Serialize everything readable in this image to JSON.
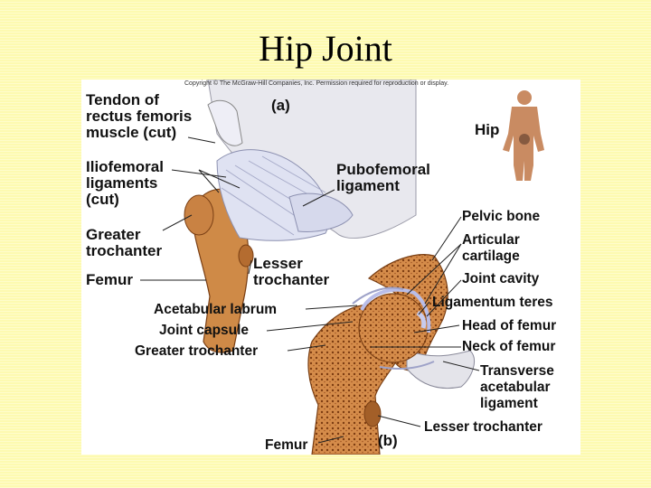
{
  "title": "Hip Joint",
  "figure": {
    "copyright": "Copyright © The McGraw-Hill Companies, Inc. Permission required for reproduction or display.",
    "panel_a": {
      "tag": "(a)",
      "inset_label": "Hip",
      "labels": {
        "tendon": [
          "Tendon of",
          "rectus femoris",
          "muscle (cut)"
        ],
        "iliofemoral": [
          "Iliofemoral",
          "ligaments",
          "(cut)"
        ],
        "greater_trochanter": [
          "Greater",
          "trochanter"
        ],
        "femur": "Femur",
        "pubofemoral": [
          "Pubofemoral",
          "ligament"
        ],
        "lesser_trochanter": [
          "Lesser",
          "trochanter"
        ]
      }
    },
    "panel_b": {
      "tag": "(b)",
      "labels": {
        "acetabular_labrum": "Acetabular labrum",
        "joint_capsule": "Joint capsule",
        "greater_trochanter": "Greater trochanter",
        "femur": "Femur",
        "pelvic_bone": "Pelvic bone",
        "articular_cartilage": [
          "Articular",
          "cartilage"
        ],
        "joint_cavity": "Joint cavity",
        "ligamentum_teres": "Ligamentum teres",
        "head_of_femur": "Head of femur",
        "neck_of_femur": "Neck of femur",
        "transverse_ligament": [
          "Transverse",
          "acetabular",
          "ligament"
        ],
        "lesser_trochanter": "Lesser trochanter"
      }
    }
  },
  "colors": {
    "background": "#fdfab0",
    "bone": "#d08a48",
    "bone_dark": "#8a4a1a",
    "ligament": "#dcdff0",
    "cartilage": "#c8ccee",
    "pelvis_light": "#e6e6ec"
  }
}
